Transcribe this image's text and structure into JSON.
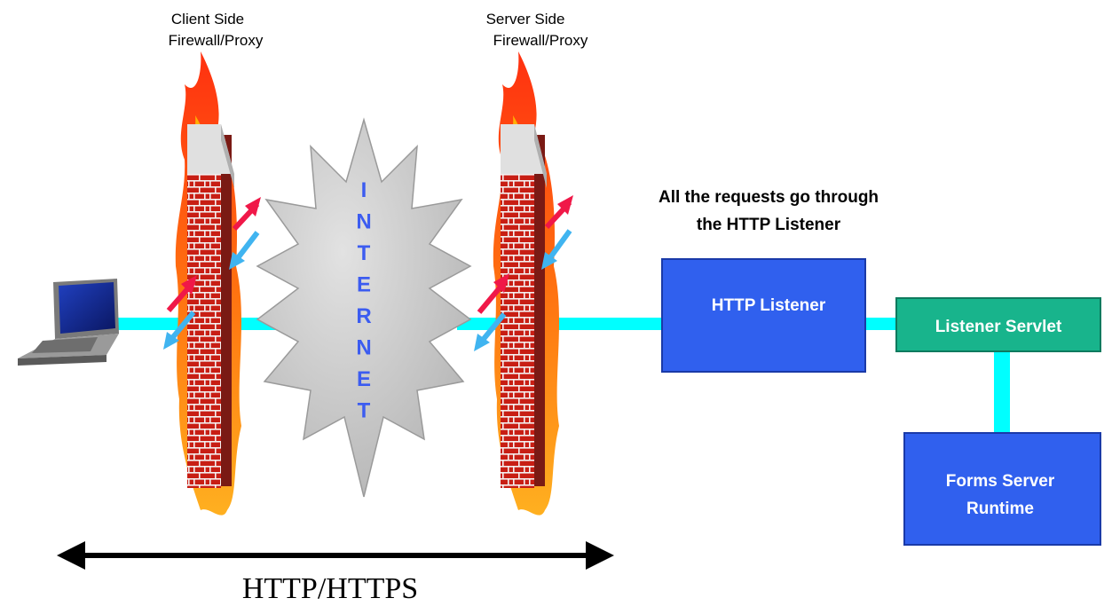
{
  "firewalls": {
    "client_label_line1": "Client Side",
    "client_label_line2": "Firewall/Proxy",
    "server_label_line1": "Server Side",
    "server_label_line2": "Firewall/Proxy"
  },
  "internet": {
    "letters": [
      "I",
      "N",
      "T",
      "E",
      "R",
      "N",
      "E",
      "T"
    ]
  },
  "note": {
    "line1": "All the requests go through",
    "line2": "the HTTP Listener"
  },
  "boxes": {
    "http_listener": "HTTP Listener",
    "listener_servlet": "Listener Servlet",
    "forms_runtime_line1": "Forms Server",
    "forms_runtime_line2": "Runtime"
  },
  "protocol_label": "HTTP/HTTPS",
  "colors": {
    "connector": "#00ffff",
    "box_blue": "#3060ee",
    "box_green": "#18b48c",
    "internet_fill": "#c8c8c8",
    "internet_text": "#3c5cf0",
    "arrow_red": "#f01848",
    "arrow_blue": "#40b4f0"
  },
  "icons": {
    "client": "laptop-icon",
    "firewall": "brick-firewall-icon",
    "internet": "cloud-starburst-icon"
  }
}
